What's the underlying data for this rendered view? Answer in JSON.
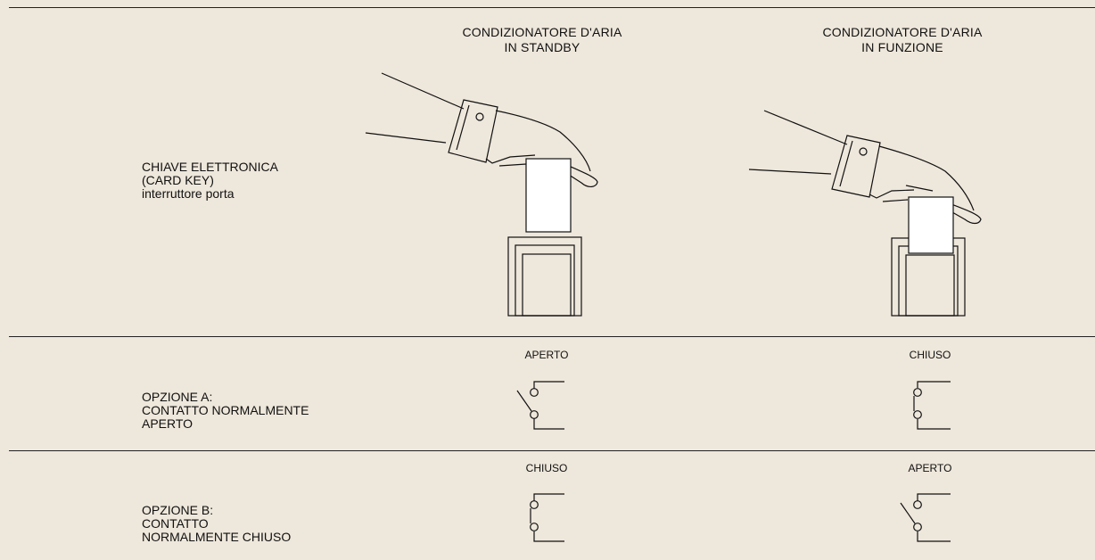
{
  "header": {
    "standby_title": [
      "CONDIZIONATORE D'ARIA",
      "IN STANDBY"
    ],
    "running_title": [
      "CONDIZIONATORE D'ARIA",
      "IN FUNZIONE"
    ]
  },
  "rows": {
    "card_key": {
      "label": [
        "CHIAVE ELETTRONICA",
        "(CARD KEY)",
        "interruttore porta"
      ]
    },
    "option_a": {
      "label": [
        "OPZIONE A:",
        "CONTATTO NORMALMENTE",
        "APERTO"
      ],
      "standby_state": "APERTO",
      "running_state": "CHIUSO"
    },
    "option_b": {
      "label": [
        "OPZIONE B:",
        "CONTATTO",
        "NORMALMENTE CHIUSO"
      ],
      "standby_state": "CHIUSO",
      "running_state": "APERTO"
    }
  },
  "colors": {
    "background": "#eee7db",
    "line": "#111111",
    "card": "#ffffff"
  }
}
